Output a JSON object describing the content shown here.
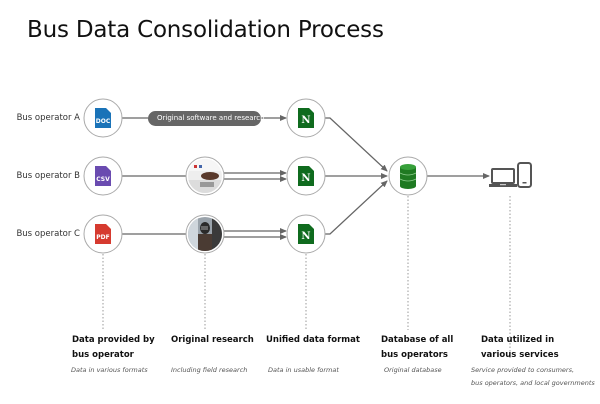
{
  "title": "Bus Data Consolidation Process",
  "rows": [
    {
      "label": "Bus operator A",
      "format": "DOC",
      "format_color": "#1a73b8"
    },
    {
      "label": "Bus operator B",
      "format": "CSV",
      "format_color": "#6a4bb0"
    },
    {
      "label": "Bus operator C",
      "format": "PDF",
      "format_color": "#d63a2f"
    }
  ],
  "pill_label": "Original software and research",
  "unified_icon_letter": "N",
  "colors": {
    "unified_green": "#0f6b1e",
    "db_green": "#2a8a2e",
    "line_gray": "#666666",
    "pill_gray": "#666666",
    "device_gray": "#555555"
  },
  "columns": [
    {
      "title_lines": [
        "Data provided by",
        "bus operator"
      ],
      "subtitle": "Data in various formats"
    },
    {
      "title_lines": [
        "Original research"
      ],
      "subtitle": "Including field research"
    },
    {
      "title_lines": [
        "Unified data format"
      ],
      "subtitle": "Data in usable format"
    },
    {
      "title_lines": [
        "Database of all",
        "bus operators"
      ],
      "subtitle": "Original database"
    },
    {
      "title_lines": [
        "Data utilized in",
        "various services"
      ],
      "subtitle_lines": [
        "Service provided to consumers,",
        "bus operators, and local governments"
      ]
    }
  ]
}
